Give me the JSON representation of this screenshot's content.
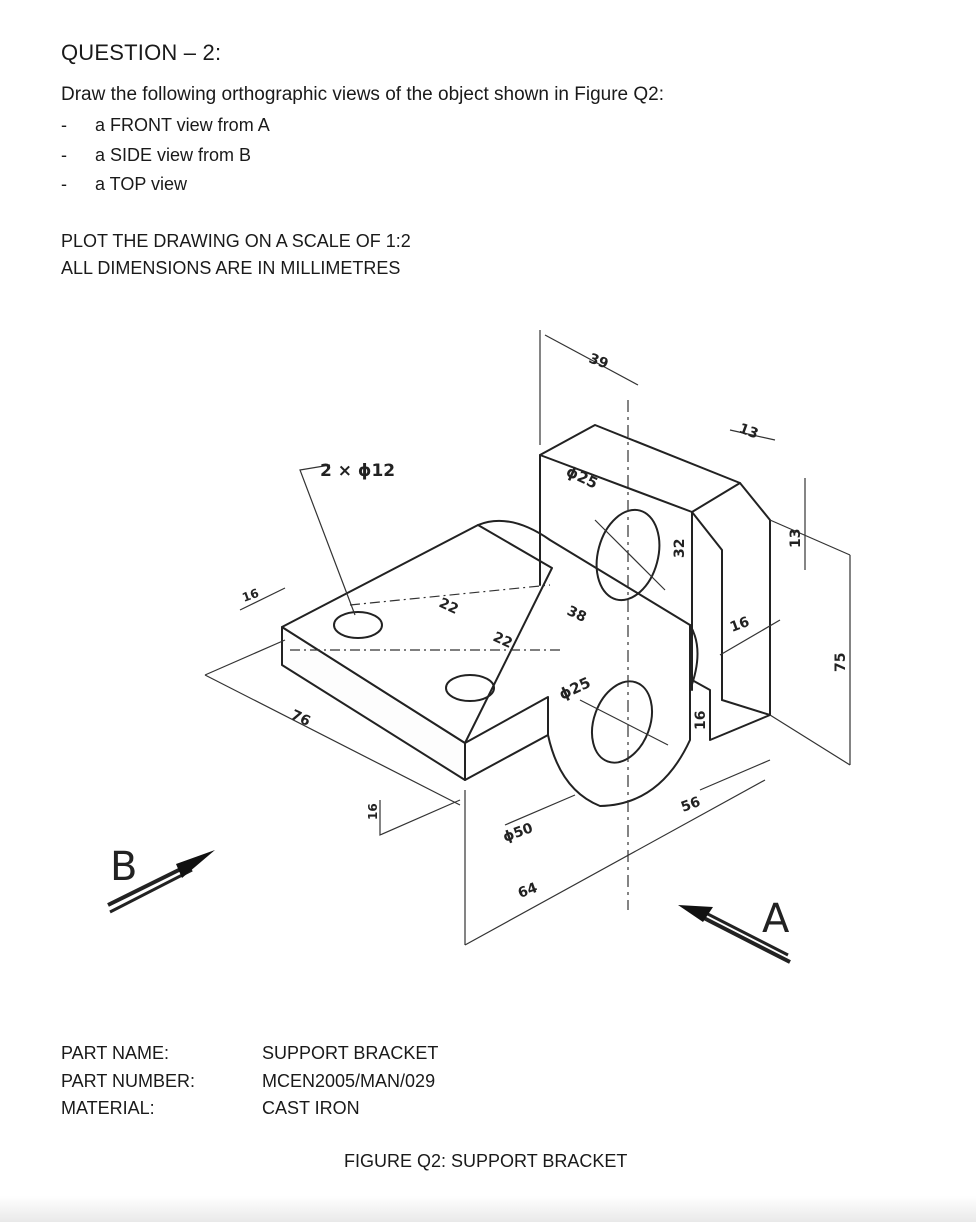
{
  "question": {
    "title": "QUESTION – 2:",
    "intro": "Draw the following orthographic views of the object shown in Figure Q2:",
    "views": [
      {
        "dash": "-",
        "text": "a FRONT view from A"
      },
      {
        "dash": "-",
        "text": "a SIDE view from B"
      },
      {
        "dash": "-",
        "text": "a TOP view"
      }
    ],
    "notes": [
      "PLOT THE DRAWING ON A SCALE OF 1:2",
      "ALL DIMENSIONS ARE IN MILLIMETRES"
    ]
  },
  "drawing": {
    "view_a": "A",
    "view_b": "B",
    "dimensions": {
      "holes": "2 × ϕ12",
      "d39": "39",
      "d25_top": "ϕ25",
      "d13": "13",
      "d13_side": "13",
      "d32": "32",
      "d38": "38",
      "d16_left": "16",
      "d22_a": "22",
      "d22_b": "22",
      "d25_mid": "ϕ25",
      "d16_right": "16",
      "d75": "75",
      "d76": "76",
      "d16_vert": "16",
      "d16_bottom": "16",
      "d50": "ϕ50",
      "d56": "56",
      "d64": "64"
    }
  },
  "part_info": [
    {
      "label": "PART NAME:",
      "value": "SUPPORT BRACKET"
    },
    {
      "label": "PART NUMBER:",
      "value": "MCEN2005/MAN/029"
    },
    {
      "label": "MATERIAL:",
      "value": "CAST IRON"
    }
  ],
  "caption": "FIGURE Q2: SUPPORT BRACKET"
}
